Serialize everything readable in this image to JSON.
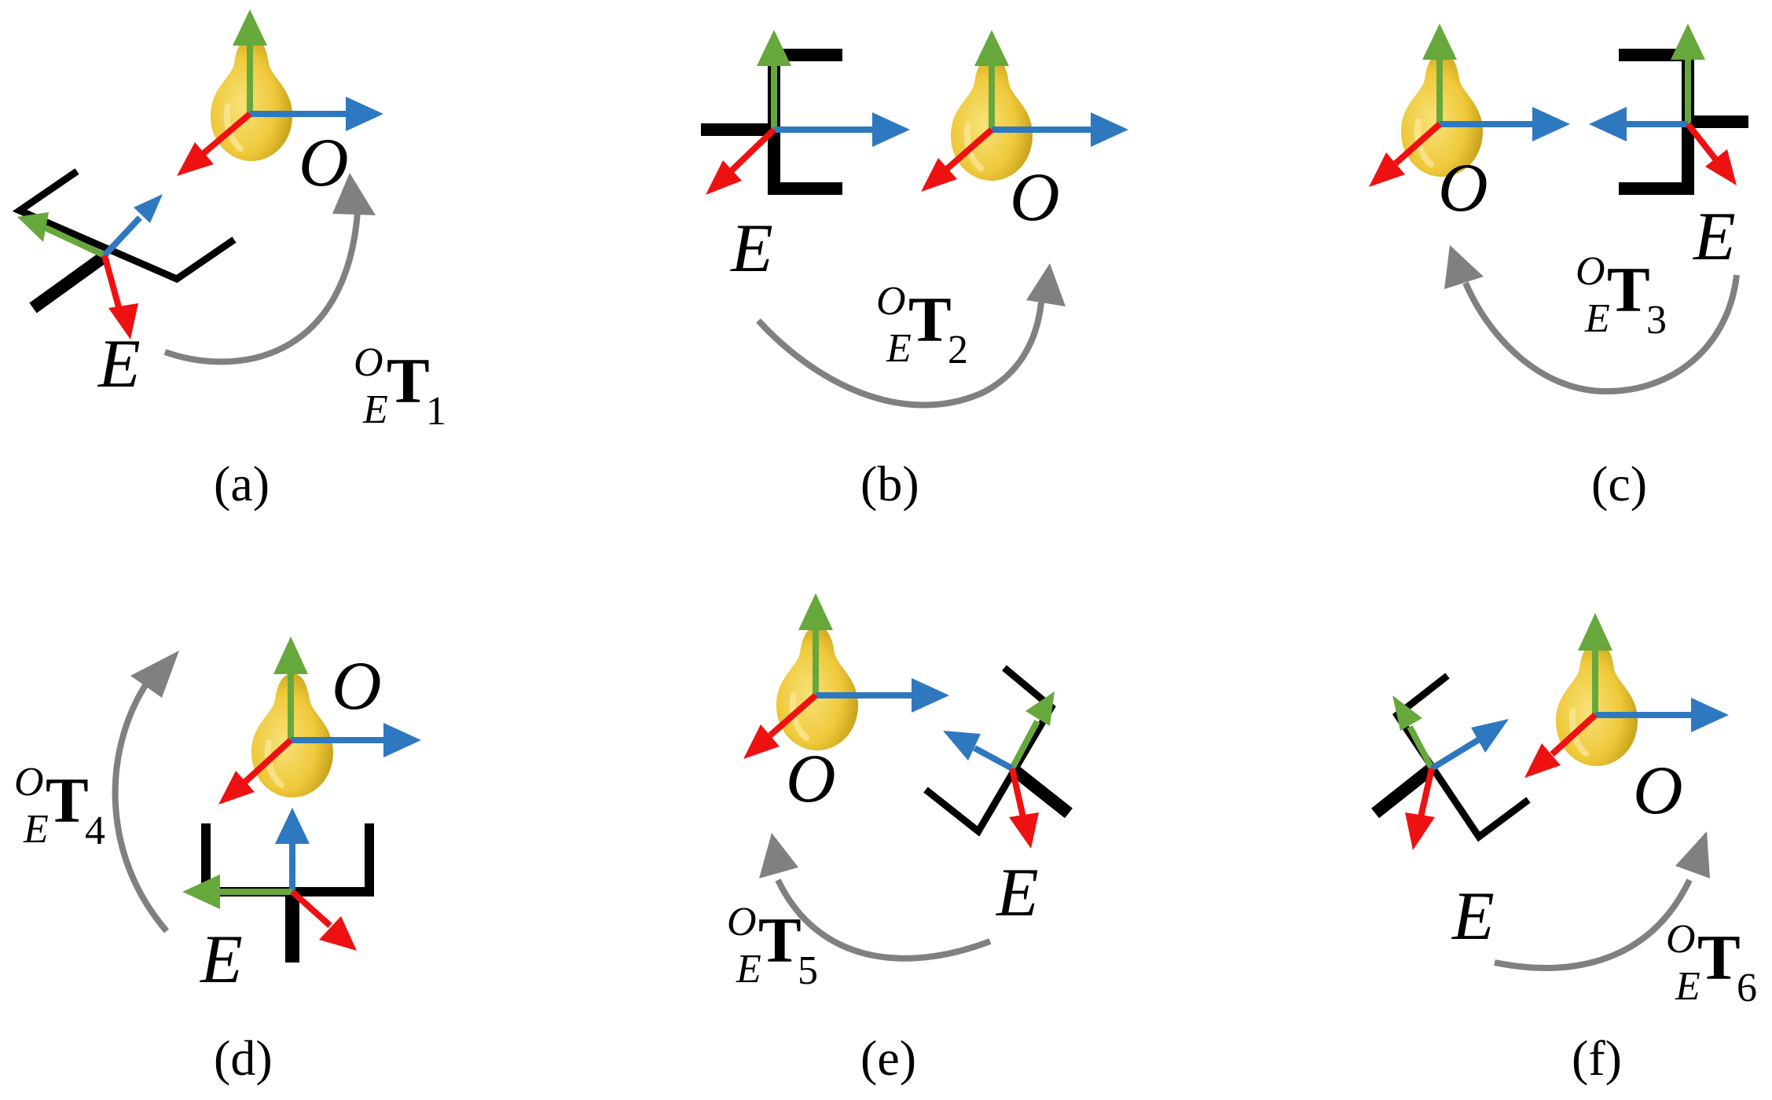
{
  "colors": {
    "x_axis": "#ee1111",
    "y_axis": "#66a83c",
    "z_axis": "#2e78c0",
    "gripper": "#000000",
    "transform_arrow": "#808080",
    "pear_light": "#f3d653",
    "pear_dark": "#c9a21c"
  },
  "frames": {
    "object": "O",
    "gripper": "E"
  },
  "transform": {
    "symbol": "T",
    "superscript": "O",
    "subscript": "E"
  },
  "panels": [
    {
      "caption": "(a)",
      "index": "1"
    },
    {
      "caption": "(b)",
      "index": "2"
    },
    {
      "caption": "(c)",
      "index": "3"
    },
    {
      "caption": "(d)",
      "index": "4"
    },
    {
      "caption": "(e)",
      "index": "5"
    },
    {
      "caption": "(f)",
      "index": "6"
    }
  ]
}
